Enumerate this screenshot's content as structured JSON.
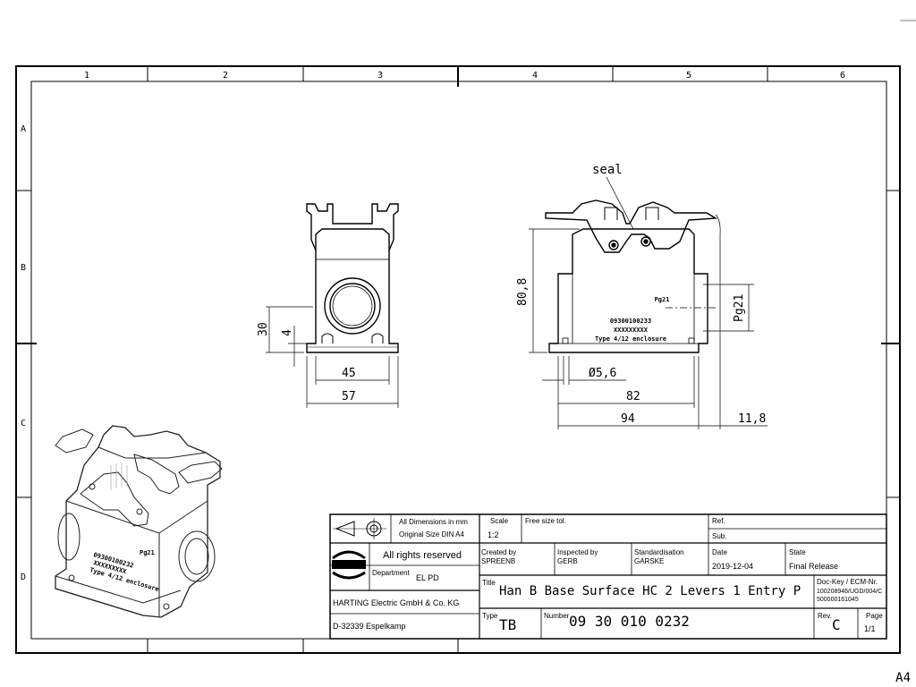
{
  "frame": {
    "columns": [
      "1",
      "2",
      "3",
      "4",
      "5",
      "6"
    ],
    "rows": [
      "A",
      "B",
      "C",
      "D"
    ],
    "sheet_format": "A4"
  },
  "drawing": {
    "front_view": {
      "dimensions": [
        "30",
        "4",
        "45",
        "57"
      ]
    },
    "side_view": {
      "label_seal": "seal",
      "dimensions": [
        "80,8",
        "Pg21",
        "Ø5,6",
        "82",
        "94",
        "11,8"
      ],
      "part_marking": [
        "Pg21",
        "09300100233",
        "XXXXXXXXX",
        "Type 4/12 enclosure"
      ]
    },
    "iso_view": {
      "part_marking": [
        "Pg21",
        "09300100232",
        "XXXXXXXXX",
        "Type 4/12 enclosure"
      ]
    }
  },
  "title_block": {
    "dims_note_1": "All Dimensions in mm",
    "dims_note_2": "Original Size DIN A4",
    "rights": "All rights reserved",
    "logo_text": "HARTING",
    "department_label": "Department",
    "department_value": "EL PD",
    "company": "HARTING Electric GmbH & Co. KG",
    "address": "D-32339 Espelkamp",
    "scale_label": "Scale",
    "scale_value": "1:2",
    "tolerance_label": "Free size tol.",
    "ref_label": "Ref.",
    "sub_label": "Sub.",
    "created_label": "Created by",
    "created_value": "SPREENB",
    "inspected_label": "Inspected by",
    "inspected_value": "GERB",
    "standard_label": "Standardisation",
    "standard_value": "GARSKE",
    "date_label": "Date",
    "date_value": "2019-12-04",
    "state_label": "State",
    "state_value": "Final Release",
    "title_label": "Title",
    "title_value": "Han B Base Surface HC 2 Levers 1 Entry P",
    "doc_key_label": "Doc-Key / ECM-Nr.",
    "doc_key_value_1": "100208946/UGD/004/C",
    "doc_key_value_2": "500000161045",
    "type_label": "Type",
    "type_value": "TB",
    "number_label": "Number",
    "number_value": "09 30 010 0232",
    "rev_label": "Rev.",
    "rev_value": "C",
    "page_label": "Page",
    "page_value": "1/1"
  }
}
